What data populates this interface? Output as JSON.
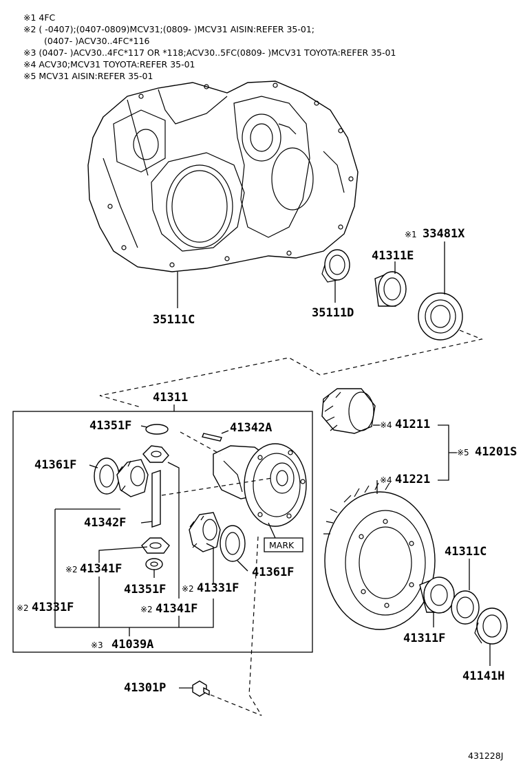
{
  "notes": [
    {
      "text": "※1 4FC"
    },
    {
      "text": "※2 (      -0407);(0407-0809)MCV31;(0809-        )MCV31 AISIN:REFER 35-01;"
    },
    {
      "text": "(0407-        )ACV30..4FC*116"
    },
    {
      "text": "※3 (0407-        )ACV30..4FC*117 OR *118;ACV30..5FC(0809-        )MCV31 TOYOTA:REFER 35-01"
    },
    {
      "text": "※4 ACV30;MCV31 TOYOTA:REFER 35-01"
    },
    {
      "text": "※5 MCV31 AISIN:REFER 35-01"
    }
  ],
  "labels": {
    "p35111C": "35111C",
    "p35111D": "35111D",
    "p41311E": "41311E",
    "p33481X_prefix": "※1",
    "p33481X": "33481X",
    "p41311": "41311",
    "p41351F_top": "41351F",
    "p41342A": "41342A",
    "p41361F_left": "41361F",
    "p41342F": "41342F",
    "p41341F_left_prefix": "※2",
    "p41341F_left": "41341F",
    "p41351F_bottom": "41351F",
    "p41331F_left_prefix": "※2",
    "p41331F_left": "41331F",
    "p41331F_right_prefix": "※2",
    "p41331F_right": "41331F",
    "p41341F_right_prefix": "※2",
    "p41341F_right": "41341F",
    "p41039A_prefix": "※3",
    "p41039A": "41039A",
    "p41361F_right": "41361F",
    "mark": "MARK",
    "p41211_prefix": "※4",
    "p41211": "41211",
    "p41201S_prefix": "※5",
    "p41201S": "41201S",
    "p41221_prefix": "※4",
    "p41221": "41221",
    "p41311C": "41311C",
    "p41311F": "41311F",
    "p41141H": "41141H",
    "p41301P": "41301P",
    "diagram_id": "431228J"
  }
}
